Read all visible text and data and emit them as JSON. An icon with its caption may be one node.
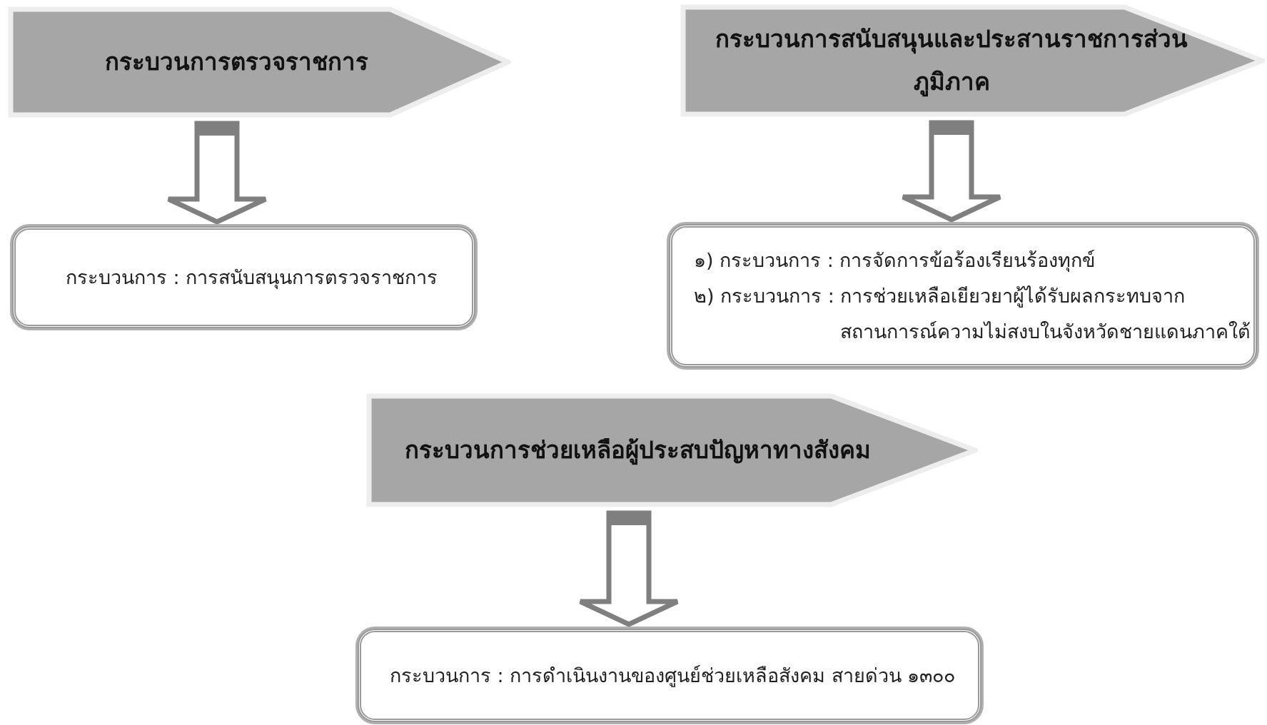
{
  "diagram": {
    "nodes": [
      {
        "text": [
          "กระบวนการตรวจราชการ"
        ]
      },
      {
        "text": [
          "กระบวนการ : การสนับสนุนการตรวจราชการ"
        ]
      },
      {
        "text": [
          "กระบวนการสนับสนุนและประสานราชการส่วนภูมิภาค"
        ]
      },
      {
        "text": [
          "๑) กระบวนการ : การจัดการข้อร้องเรียนร้องทุกข์",
          "๒) กระบวนการ : การช่วยเหลือเยียวยาผู้ได้รับผลกระทบจากสถานการณ์ความไม่สงบในจังหวัดชายแดนภาคใต้"
        ]
      },
      {
        "text": [
          "กระบวนการช่วยเหลือผู้ประสบปัญหาทางสังคม"
        ]
      },
      {
        "text": [
          "กระบวนการ : การดำเนินงานของศูนย์ช่วยเหลือสังคม สายด่วน ๑๓๐๐"
        ]
      }
    ],
    "edges": [
      {
        "from": 0,
        "to": 1,
        "arrow": "to"
      },
      {
        "from": 2,
        "to": 3,
        "arrow": "to"
      },
      {
        "from": 4,
        "to": 5,
        "arrow": "to"
      }
    ]
  }
}
